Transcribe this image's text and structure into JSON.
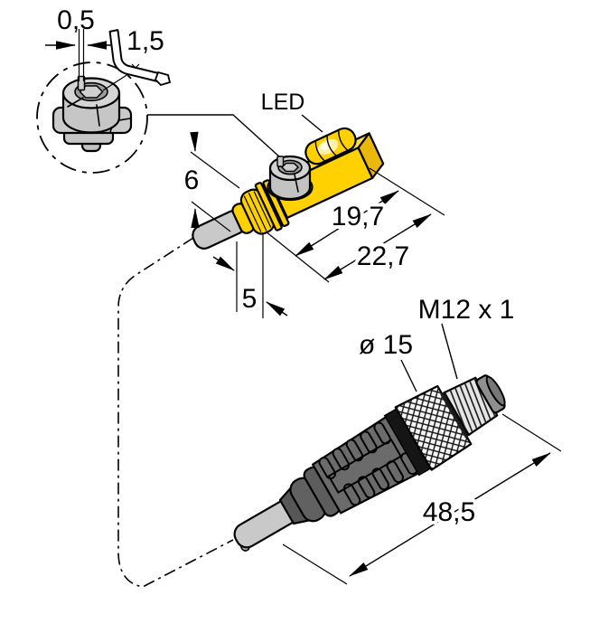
{
  "drawing": {
    "type": "technical-dimension-drawing",
    "subject": "magnetic-field sensor with LED and M12 male connector",
    "detail_view": {
      "slot_width": "0,5",
      "hex_key_size": "1,5"
    },
    "sensor": {
      "led": "LED",
      "height": "6",
      "body_length": "19,7",
      "total_length": "22,7",
      "mount_offset": "5"
    },
    "connector": {
      "diameter": "ø 15",
      "thread_spec": "M12 x 1",
      "length": "48,5"
    },
    "colors": {
      "housing_yellow": "#ffd100",
      "housing_top_yellow": "#ffde45",
      "housing_end_yellow": "#eab80a",
      "led_highlight": "#fff2a8",
      "metal_gray": "#c9c9c9",
      "screw_top_gray": "#d3d3d3",
      "recess_gray": "#9c9c9c",
      "connector_body_gray": "#6b6b6b",
      "strain_relief_gray": "#5d5d5d",
      "lock_ring_black": "#151515",
      "knurl_white": "#f6f6f6",
      "thread_gray": "#e5e5e5",
      "outline_black": "#000000",
      "background": "#ffffff"
    }
  }
}
